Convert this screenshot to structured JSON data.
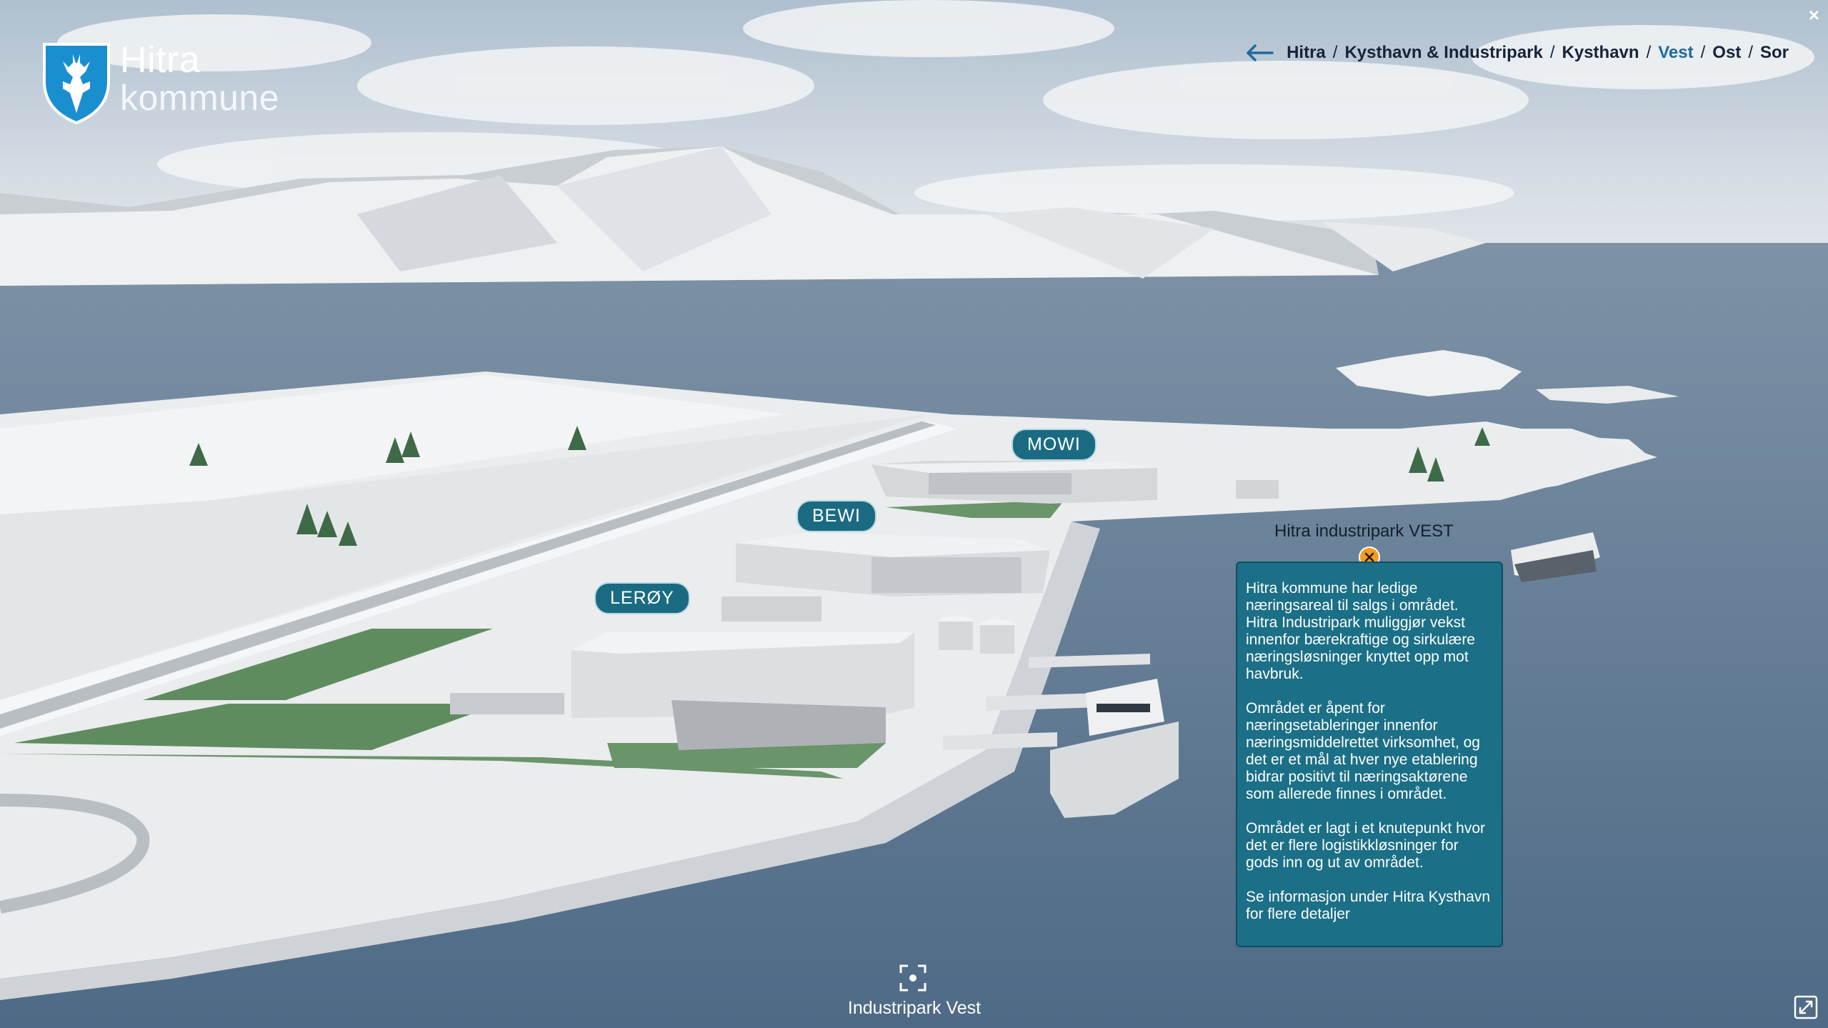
{
  "logo": {
    "name": "Hitra",
    "sub": "kommune"
  },
  "breadcrumb": {
    "items": [
      {
        "label": "Hitra",
        "active": false
      },
      {
        "label": "Kysthavn & Industripark",
        "active": false
      },
      {
        "label": "Kysthavn",
        "active": false
      },
      {
        "label": "Vest",
        "active": true
      },
      {
        "label": "Ost",
        "active": false
      },
      {
        "label": "Sor",
        "active": false
      }
    ],
    "separator": "/"
  },
  "window": {
    "close_glyph": "×"
  },
  "labels": {
    "mowi": "MOWI",
    "bewi": "BEWI",
    "leroy": "LERØY"
  },
  "info": {
    "title": "Hitra industripark VEST",
    "paragraphs": [
      "Hitra kommune har ledige næringsareal til salgs i området. Hitra Industripark muliggjør vekst innenfor bærekraftige og sirkulære næringsløsninger knyttet opp mot havbruk.",
      "Området er åpent for næringsetableringer innenfor næringsmiddelrettet virksomhet, og det er et mål at hver nye etablering bidrar positivt til næringsaktørene som allerede finnes i området.",
      "Området er lagt i et knutepunkt hvor det er flere logistikkløsninger for gods inn og ut av området.",
      "Se informasjon under Hitra Kysthavn for flere detaljer"
    ]
  },
  "view": {
    "label": "Industripark Vest"
  },
  "colors": {
    "accent": "#1d6a9c",
    "panel": "#1b6f86",
    "close": "#f39c1f",
    "sea": "#5a7590"
  },
  "icons": {
    "back": "arrow-left-icon",
    "focus": "focus-target-icon",
    "fullscreen": "fullscreen-icon",
    "info_close": "close-icon"
  }
}
